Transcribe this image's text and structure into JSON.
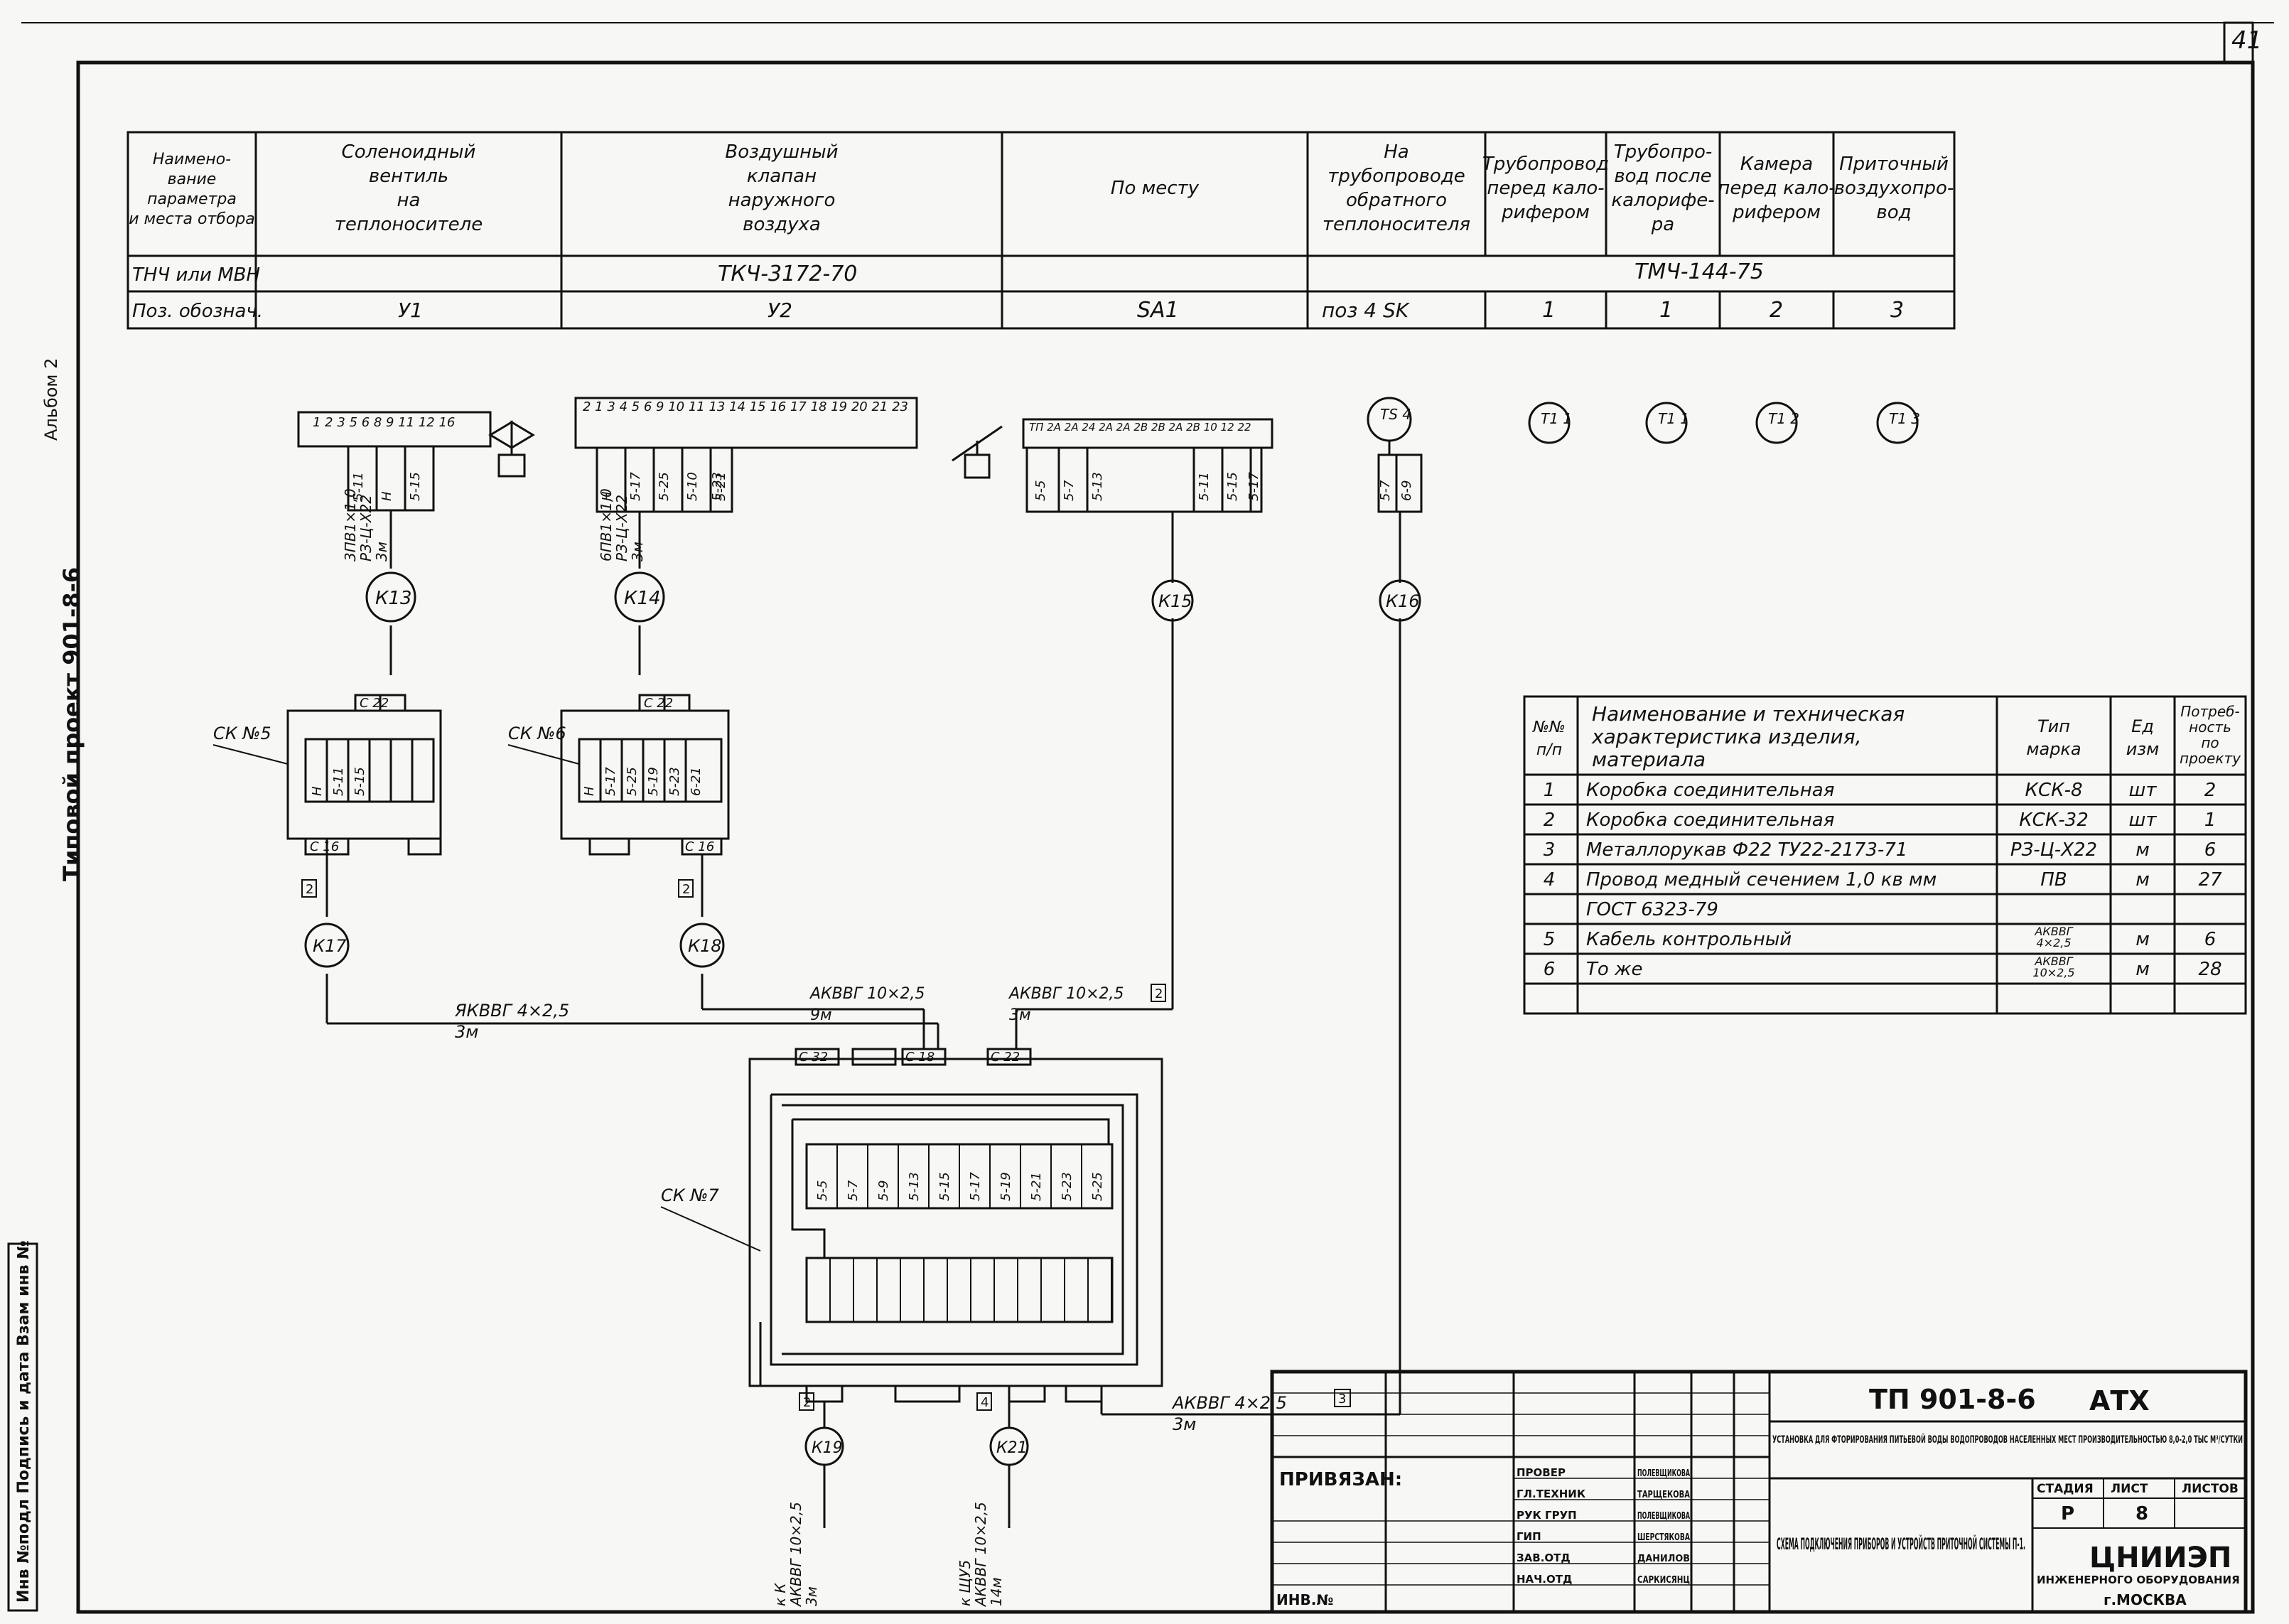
{
  "page_number": "41",
  "side_title": "Типовой проект 901-8-6",
  "side_stamp": "Альбом 2",
  "side_strip": "Инв №подл  Подпись и дата  Взам инв №",
  "param_table": {
    "col_headers": [
      "Наимено-\nвание\nпараметра\nи места отбора",
      "Соленоидный\nвентиль\nна\nтеплоносителе",
      "Воздушный\nклапан\nнаружного\nвоздуха",
      "По месту",
      "На\nтрубопроводе\nобратного\nтеплоносителя",
      "Трубопровод\nперед кало-\nрифером",
      "Трубопро-\nвод после\nкалорифе-\nра",
      "Камера\nперед кало-\nрифером",
      "Приточный\nвоздухопро-\nвод"
    ],
    "tnch_label": "ТНЧ или МВН",
    "tnch_values": [
      "ТКЧ-3172-70",
      "ТМЧ-144-75"
    ],
    "poz_label": "Поз. обознач.",
    "poz_values": [
      "У1",
      "У2",
      "SA1",
      "поз 4   SK",
      "1",
      "1",
      "2",
      "3"
    ]
  },
  "schematic": {
    "top_terminals_1": "1  2  3  5  6  8  9  11  12  16",
    "top_terminals_2": "2  1  3  4  5  6  9  10  11  13  14  15  16  17  18  19  20  21  23",
    "top_terminals_3": "ТП 2А 2А  24 2А 2А  2В 2В 2А 2В  10  12  22",
    "wire_labels_1": [
      "5-11",
      "Н",
      "5-15"
    ],
    "wire_labels_2": [
      "Н",
      "5-17",
      "5-25",
      "5-10",
      "5-23",
      "5-21"
    ],
    "wire_labels_3": [
      "5-5",
      "5-7",
      "5-13",
      "5-11",
      "5-15",
      "5-17"
    ],
    "wire_labels_4": [
      "5-7",
      "6-9"
    ],
    "cable_1": "3ПВ1×1,0\nРЗ-Ц-Х22\n3м",
    "cable_2": "6ПВ1×1,0\nРЗ-Ц-Х22\n3м",
    "cable_bottom_left": "ЯКВВГ 4×2,5\n3м",
    "cable_bottom_mid": "АКВВГ 10×2,5\n9м",
    "cable_bottom_right": "АКВВГ 10×2,5\n3м",
    "cable_right": "АКВВГ 4×2,5\n3м",
    "cable_out_1": "к К\nАКВВГ 10×2,5\n3м",
    "cable_out_2": "к ЩУ5\nАКВВГ 10×2,5\n14м",
    "ck_label_5": "СК №5",
    "ck_label_6": "СК №6",
    "ck_label_7": "СК №7",
    "tags": {
      "k13": "К13",
      "k14": "К14",
      "k15": "К15",
      "k16": "К16",
      "k17": "К17",
      "k18": "К18",
      "k19": "К19",
      "k21": "К21"
    },
    "instruments": {
      "ts4": "ТS\n4",
      "t1": "Т1\n1",
      "t2": "Т1\n1",
      "t3": "Т1\n2",
      "t4": "Т1\n3"
    },
    "boxnum_1": "2",
    "boxnum_2": "2",
    "boxnum_3": "2",
    "boxnum_4": "3",
    "boxnum_5": "2",
    "boxnum_6": "4",
    "terminal_c22": "С 22",
    "terminal_c16": "С 16",
    "terminal_c32": "С 32",
    "terminal_c18": "С 18",
    "bottom_terms": [
      "5-5",
      "5-7",
      "5-9",
      "5-13",
      "5-15",
      "5-17",
      "5-19",
      "5-21",
      "5-23",
      "5-25"
    ]
  },
  "material_table": {
    "headers": [
      "№№\nп/п",
      "Наименование и техническая\nхарактеристика изделия,\nматериала",
      "Тип\nмарка",
      "Ед\nизм",
      "Потреб-\nность\nпо\nпроекту"
    ],
    "rows": [
      [
        "1",
        "Коробка соединительная",
        "КСК-8",
        "шт",
        "2"
      ],
      [
        "2",
        "Коробка соединительная",
        "КСК-32",
        "шт",
        "1"
      ],
      [
        "3",
        "Металлорукав Ф22  ТУ22-2173-71",
        "РЗ-Ц-Х22",
        "м",
        "6"
      ],
      [
        "4",
        "Провод медный сечением 1,0 кв мм",
        "ПВ",
        "м",
        "27"
      ],
      [
        "",
        "ГОСТ 6323-79",
        "",
        "",
        ""
      ],
      [
        "5",
        "Кабель контрольный",
        "АКВВГ\n4×2,5",
        "м",
        "6"
      ],
      [
        "6",
        "То же",
        "АКВВГ\n10×2,5",
        "м",
        "28"
      ],
      [
        "",
        "",
        "",
        "",
        ""
      ]
    ]
  },
  "title_block": {
    "project_code": "ТП 901-8-6",
    "section": "АТХ",
    "project_name": "УСТАНОВКА ДЛЯ ФТОРИРОВАНИЯ ПИТЬЕВОЙ ВОДЫ ВОДОПРОВОДОВ НАСЕЛЕННЫХ МЕСТ ПРОИЗВОДИТЕЛЬНОСТЬЮ 8,0-2,0 ТЫС М³/СУТКИ",
    "privyazan": "ПРИВЯЗАН:",
    "inv": "ИНВ.№",
    "roles": [
      "ПРОВЕР",
      "ГЛ.ТЕХНИК",
      "РУК ГРУП",
      "ГИП",
      "ЗАВ.ОТД",
      "НАЧ.ОТД"
    ],
    "names": [
      "ПОЛЕВЩИКОВА",
      "ТАРЩЕКОВА",
      "ПОЛЕВЩИКОВА",
      "ШЕРСТЯКОВА",
      "ДАНИЛОВ",
      "САРКИСЯНЦ"
    ],
    "stage_label": "СТАДИЯ",
    "sheet_label": "ЛИСТ",
    "sheets_label": "ЛИСТОВ",
    "stage": "Р",
    "sheet": "8",
    "drawing_title": "СХЕМА ПОДКЛЮЧЕНИЯ ПРИБОРОВ И УСТРОЙСТВ ПРИТОЧНОЙ СИСТЕМЫ П-1.",
    "org": "ЦНИИЭП",
    "org_sub": "ИНЖЕНЕРНОГО ОБОРУДОВАНИЯ",
    "city": "г.МОСКВА"
  }
}
